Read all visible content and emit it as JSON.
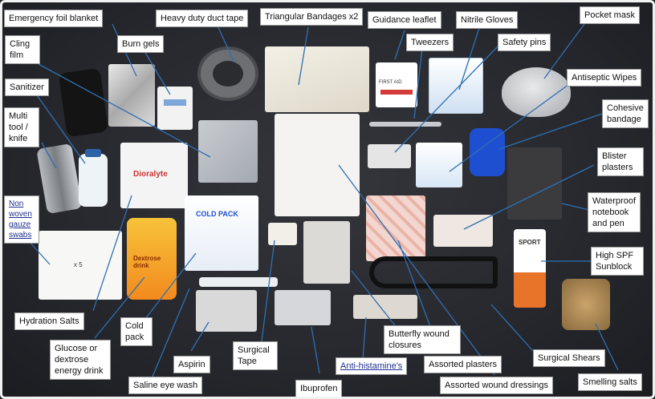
{
  "labels": {
    "foil_blanket": "Emergency foil blanket",
    "cling_film": "Cling film",
    "burn_gels": "Burn gels",
    "duct_tape": "Heavy duty duct tape",
    "triangular_bandages": "Triangular Bandages x2",
    "guidance_leaflet": "Guidance leaflet",
    "nitrile_gloves": "Nitrile Gloves",
    "pocket_mask": "Pocket mask",
    "tweezers": "Tweezers",
    "safety_pins": "Safety pins",
    "sanitizer": "Sanitizer",
    "antiseptic_wipes": "Antiseptic Wipes",
    "cohesive_bandage": "Cohesive bandage",
    "multi_tool": "Multi tool / knife",
    "blister_plasters": "Blister plasters",
    "non_woven": "Non woven gauze swabs",
    "waterproof_notebook": "Waterproof notebook and pen",
    "high_spf": "High SPF Sunblock",
    "hydration_salts": "Hydration Salts",
    "cold_pack": "Cold pack",
    "glucose": "Glucose or dextrose energy drink",
    "aspirin": "Aspirin",
    "surgical_tape": "Surgical Tape",
    "butterfly": "Butterfly wound closures",
    "assorted_plasters": "Assorted plasters",
    "surgical_shears": "Surgical Shears",
    "saline": "Saline eye wash",
    "anti_histamine": "Anti-histamine's",
    "ibuprofen": "Ibuprofen",
    "assorted_dressings": "Assorted wound dressings",
    "smelling_salts": "Smelling salts"
  },
  "package_text": {
    "dioralyte": "Dioralyte",
    "cold_pack": "COLD PACK",
    "dextrose": "Dextrose drink",
    "sport": "SPORT",
    "x5": "x 5",
    "first_aid": "FIRST AID"
  },
  "colors": {
    "background": "#26282d",
    "label_bg": "#ffffff",
    "label_border": "#9a9a9a",
    "leader_line": "#2f6fb3",
    "bandage_blue": "#1f4fd1",
    "dextrose_orange": "#f28a1e",
    "sunblock_orange": "#e8742a"
  }
}
